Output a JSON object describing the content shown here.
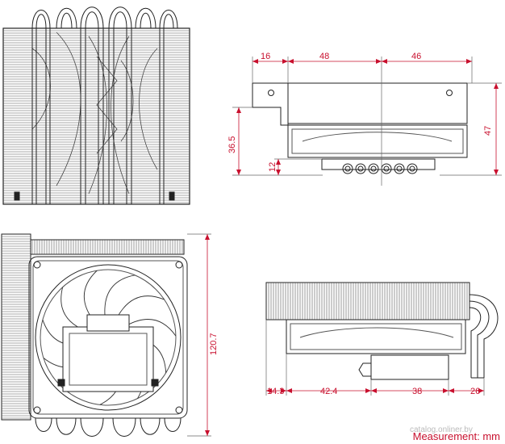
{
  "dimensions": {
    "top_left_offset": "16",
    "top_mid_width": "48",
    "top_right_width": "46",
    "right_total_height": "47",
    "left_mid_height": "36.5",
    "left_low_height": "12",
    "front_height": "120.7",
    "bottom_offset": "14.3",
    "bottom_width_a": "42.4",
    "bottom_width_b": "38",
    "bottom_width_c": "26"
  },
  "measurement_note": "Measurement: mm",
  "watermark": "catalog.onliner.by",
  "colors": {
    "line": "#222222",
    "dimension": "#c8102e"
  }
}
